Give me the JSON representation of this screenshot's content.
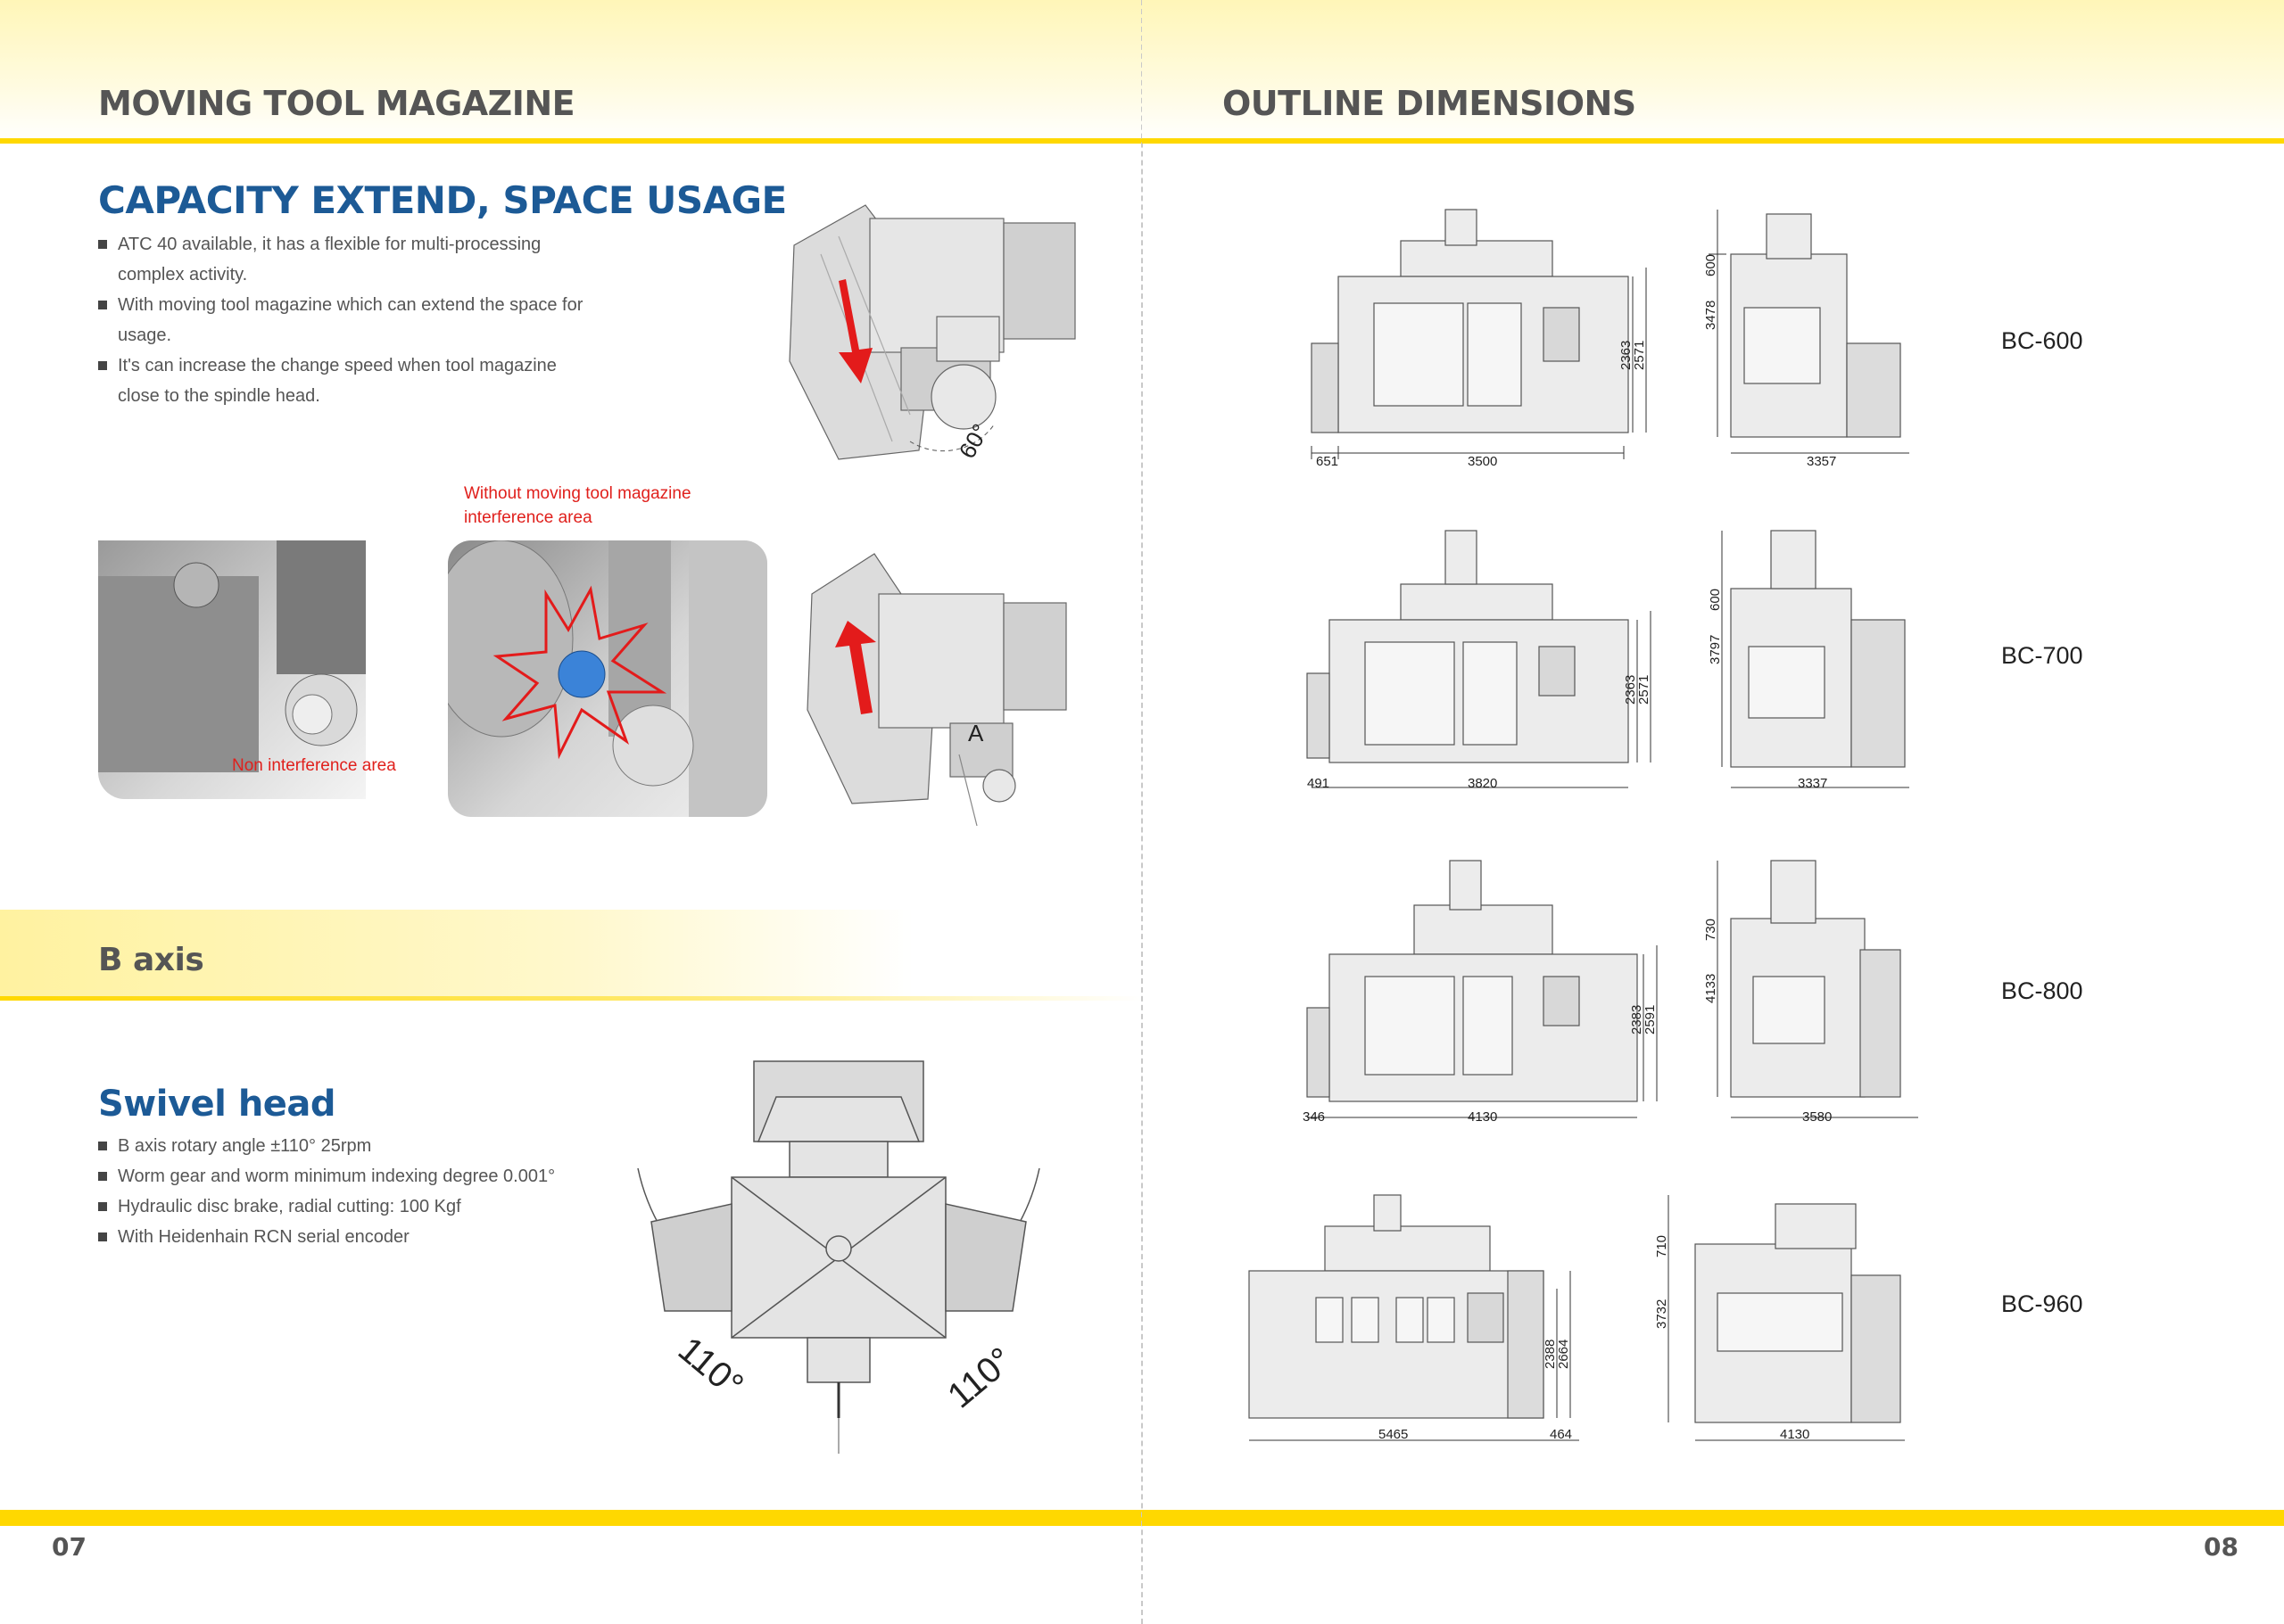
{
  "left": {
    "title": "MOVING TOOL MAGAZINE",
    "capacity": {
      "title": "CAPACITY EXTEND, SPACE USAGE",
      "bullets": [
        {
          "l1": "ATC 40 available, it has a flexible for multi-processing",
          "l2": "complex activity."
        },
        {
          "l1": "With moving tool magazine which can extend the space for",
          "l2": "usage."
        },
        {
          "l1": "It's can increase the change speed when tool magazine",
          "l2": "close to the spindle head."
        }
      ],
      "angle_label": "60°",
      "point_label": "A",
      "non_interference": "Non interference area",
      "without_line1": "Without moving tool magazine",
      "without_line2": "interference area"
    },
    "b_axis": {
      "title": "B axis",
      "swivel_title": "Swivel head",
      "bullets": [
        "B axis rotary angle ±110° 25rpm",
        "Worm gear and worm minimum indexing degree 0.001°",
        "Hydraulic disc brake, radial cutting: 100 Kgf",
        "With Heidenhain RCN serial encoder"
      ],
      "angle_left": "110°",
      "angle_right": "110°"
    },
    "page_number": "07"
  },
  "right": {
    "title": "OUTLINE DIMENSIONS",
    "models": [
      {
        "name": "BC-600",
        "front_left": "651",
        "front_width": "3500",
        "h1": "2363",
        "h2": "2571",
        "side_top": "600",
        "side_height": "3478",
        "side_width": "3357"
      },
      {
        "name": "BC-700",
        "front_left": "491",
        "front_width": "3820",
        "h1": "2363",
        "h2": "2571",
        "side_top": "600",
        "side_height": "3797",
        "side_width": "3337"
      },
      {
        "name": "BC-800",
        "front_left": "346",
        "front_width": "4130",
        "h1": "2383",
        "h2": "2591",
        "side_top": "730",
        "side_height": "4133",
        "side_width": "3580"
      },
      {
        "name": "BC-960",
        "front_width": "5465",
        "front_right": "464",
        "h1": "2388",
        "h2": "2664",
        "side_top": "710",
        "side_height": "3732",
        "side_width": "4130"
      }
    ],
    "page_number": "08"
  },
  "colors": {
    "accent_yellow": "#ffd800",
    "heading_blue": "#1c5a96",
    "heading_gray": "#555555",
    "callout_red": "#e0201c"
  }
}
